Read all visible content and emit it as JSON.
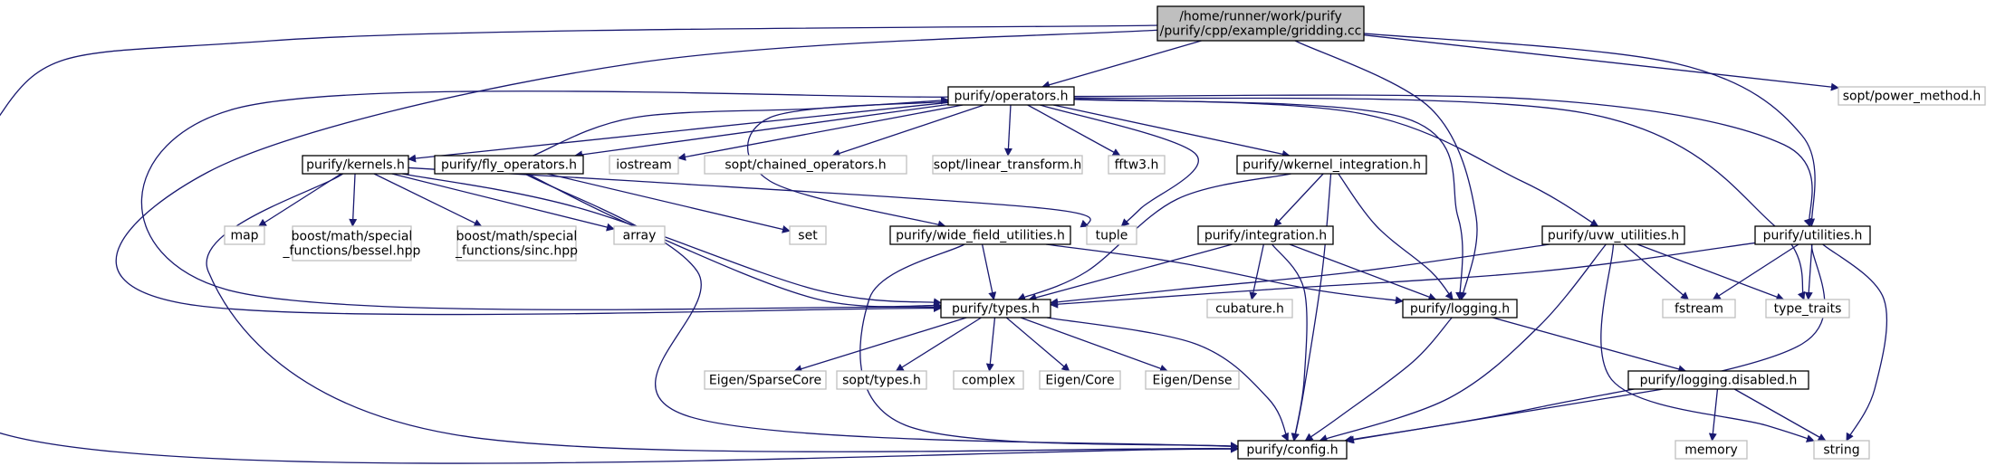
{
  "colors": {
    "edge": "#191970",
    "root_fill": "#bfbfbf",
    "root_stroke": "#000000",
    "local_stroke": "#000000",
    "external_stroke": "#bfbfbf",
    "background": "#ffffff"
  },
  "nodes": [
    {
      "id": "gridding",
      "kind": "root",
      "lines": [
        "/home/runner/work/purify",
        "/purify/cpp/example/gridding.cc"
      ]
    },
    {
      "id": "operators",
      "kind": "local",
      "lines": [
        "purify/operators.h"
      ]
    },
    {
      "id": "power_method",
      "kind": "external",
      "lines": [
        "sopt/power_method.h"
      ]
    },
    {
      "id": "kernels",
      "kind": "local",
      "lines": [
        "purify/kernels.h"
      ]
    },
    {
      "id": "fly_operators",
      "kind": "local",
      "lines": [
        "purify/fly_operators.h"
      ]
    },
    {
      "id": "iostream",
      "kind": "external",
      "lines": [
        "iostream"
      ]
    },
    {
      "id": "chained_operators",
      "kind": "external",
      "lines": [
        "sopt/chained_operators.h"
      ]
    },
    {
      "id": "linear_transform",
      "kind": "external",
      "lines": [
        "sopt/linear_transform.h"
      ]
    },
    {
      "id": "fftw3",
      "kind": "external",
      "lines": [
        "fftw3.h"
      ]
    },
    {
      "id": "wkernel_integration",
      "kind": "local",
      "lines": [
        "purify/wkernel_integration.h"
      ]
    },
    {
      "id": "map",
      "kind": "external",
      "lines": [
        "map"
      ]
    },
    {
      "id": "bessel",
      "kind": "external",
      "lines": [
        "boost/math/special",
        "_functions/bessel.hpp"
      ]
    },
    {
      "id": "sinc",
      "kind": "external",
      "lines": [
        "boost/math/special",
        "_functions/sinc.hpp"
      ]
    },
    {
      "id": "array",
      "kind": "external",
      "lines": [
        "array"
      ]
    },
    {
      "id": "set",
      "kind": "external",
      "lines": [
        "set"
      ]
    },
    {
      "id": "wide_field_utilities",
      "kind": "local",
      "lines": [
        "purify/wide_field_utilities.h"
      ]
    },
    {
      "id": "tuple",
      "kind": "external",
      "lines": [
        "tuple"
      ]
    },
    {
      "id": "integration",
      "kind": "local",
      "lines": [
        "purify/integration.h"
      ]
    },
    {
      "id": "uvw_utilities",
      "kind": "local",
      "lines": [
        "purify/uvw_utilities.h"
      ]
    },
    {
      "id": "utilities",
      "kind": "local",
      "lines": [
        "purify/utilities.h"
      ]
    },
    {
      "id": "types",
      "kind": "local",
      "lines": [
        "purify/types.h"
      ]
    },
    {
      "id": "cubature",
      "kind": "external",
      "lines": [
        "cubature.h"
      ]
    },
    {
      "id": "logging",
      "kind": "local",
      "lines": [
        "purify/logging.h"
      ]
    },
    {
      "id": "fstream",
      "kind": "external",
      "lines": [
        "fstream"
      ]
    },
    {
      "id": "type_traits",
      "kind": "external",
      "lines": [
        "type_traits"
      ]
    },
    {
      "id": "eigen_sparsecore",
      "kind": "external",
      "lines": [
        "Eigen/SparseCore"
      ]
    },
    {
      "id": "sopt_types",
      "kind": "external",
      "lines": [
        "sopt/types.h"
      ]
    },
    {
      "id": "complex",
      "kind": "external",
      "lines": [
        "complex"
      ]
    },
    {
      "id": "eigen_core",
      "kind": "external",
      "lines": [
        "Eigen/Core"
      ]
    },
    {
      "id": "eigen_dense",
      "kind": "external",
      "lines": [
        "Eigen/Dense"
      ]
    },
    {
      "id": "logging_disabled",
      "kind": "local",
      "lines": [
        "purify/logging.disabled.h"
      ]
    },
    {
      "id": "memory",
      "kind": "external",
      "lines": [
        "memory"
      ]
    },
    {
      "id": "string",
      "kind": "external",
      "lines": [
        "string"
      ]
    },
    {
      "id": "config",
      "kind": "local",
      "lines": [
        "purify/config.h"
      ]
    }
  ]
}
